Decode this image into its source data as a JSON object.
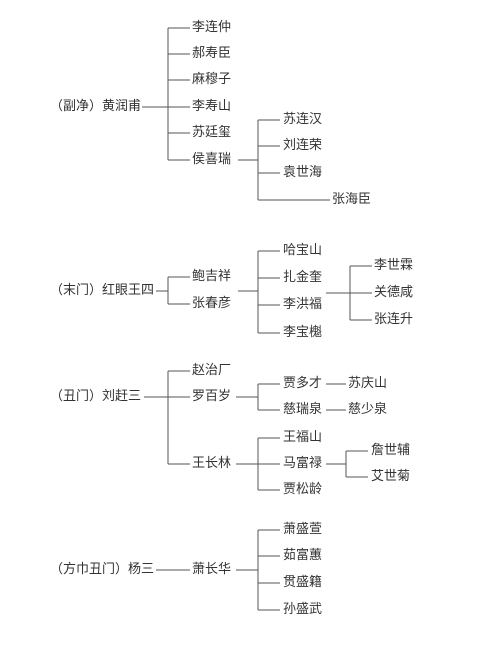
{
  "colors": {
    "text": "#333333",
    "line": "#555555",
    "background": "#ffffff"
  },
  "trees": [
    {
      "root": "（副净）黄润甫",
      "children": [
        {
          "name": "李连仲"
        },
        {
          "name": "郝寿臣"
        },
        {
          "name": "麻穆子"
        },
        {
          "name": "李寿山"
        },
        {
          "name": "苏廷玺"
        },
        {
          "name": "侯喜瑞",
          "children": [
            {
              "name": "苏连汉"
            },
            {
              "name": "刘连荣"
            },
            {
              "name": "袁世海"
            },
            {
              "name": "张海臣"
            }
          ]
        }
      ]
    },
    {
      "root": "（末门）红眼王四",
      "children": [
        {
          "name": "鲍吉祥"
        },
        {
          "name": "张春彦"
        }
      ],
      "students": [
        {
          "name": "哈宝山"
        },
        {
          "name": "扎金奎"
        },
        {
          "name": "李洪福",
          "children": [
            {
              "name": "李世霖"
            },
            {
              "name": "关德咸"
            },
            {
              "name": "张连升"
            }
          ]
        },
        {
          "name": "李宝櫆"
        }
      ]
    },
    {
      "root": "（丑门）刘赶三",
      "children": [
        {
          "name": "赵治厂"
        },
        {
          "name": "罗百岁",
          "children": [
            {
              "name": "贾多才",
              "children": [
                {
                  "name": "苏庆山"
                }
              ]
            },
            {
              "name": "慈瑞泉",
              "children": [
                {
                  "name": "慈少泉"
                }
              ]
            }
          ]
        },
        {
          "name": "王长林",
          "children": [
            {
              "name": "王福山"
            },
            {
              "name": "马富禄",
              "children": [
                {
                  "name": "詹世辅"
                },
                {
                  "name": "艾世菊"
                }
              ]
            },
            {
              "name": "贾松龄"
            }
          ]
        }
      ]
    },
    {
      "root": "（方巾丑门）杨三",
      "children": [
        {
          "name": "萧长华",
          "children": [
            {
              "name": "萧盛萱"
            },
            {
              "name": "茹富蕙"
            },
            {
              "name": "贯盛籍"
            },
            {
              "name": "孙盛武"
            }
          ]
        }
      ]
    }
  ]
}
